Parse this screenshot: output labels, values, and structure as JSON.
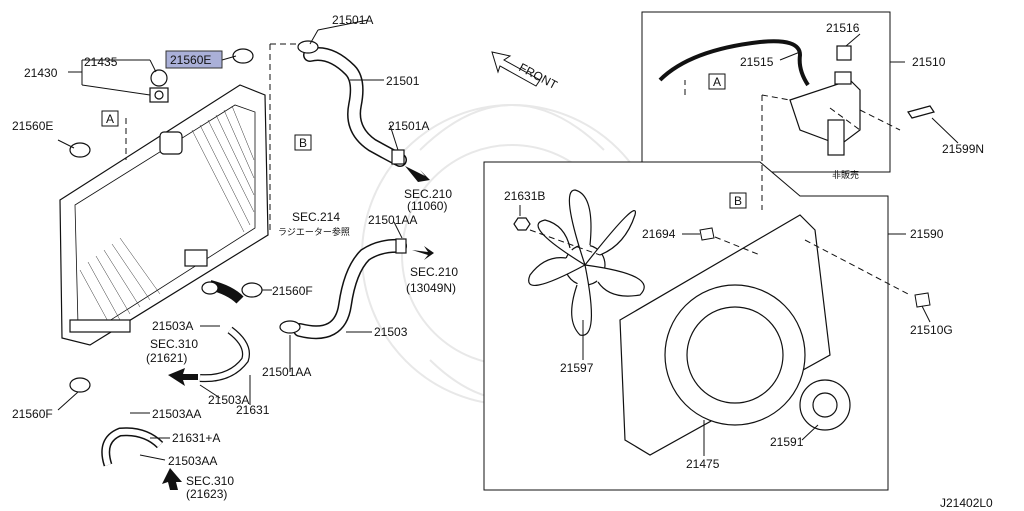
{
  "diagram": {
    "drawing_code": "J21402L0",
    "front_label": "FRONT",
    "callouts": {
      "c21430": "21430",
      "c21435": "21435",
      "c21560E_top": "21560E",
      "c21560E_left": "21560E",
      "c21501A_top": "21501A",
      "c21501": "21501",
      "c21501A_mid": "21501A",
      "c21501AA_top": "21501AA",
      "c21501AA_bot": "21501AA",
      "c21503": "21503",
      "c21503A_a": "21503A",
      "c21503A_b": "21503A",
      "c21503AA_a": "21503AA",
      "c21503AA_b": "21503AA",
      "c21560F_mid": "21560F",
      "c21560F_left": "21560F",
      "c21631": "21631",
      "c21631A": "21631+A",
      "c21515": "21515",
      "c21516": "21516",
      "c21510": "21510",
      "c21599N": "21599N",
      "c21631B": "21631B",
      "c21694": "21694",
      "c21590": "21590",
      "c21510G": "21510G",
      "c21597": "21597",
      "c21591": "21591",
      "c21475": "21475"
    },
    "sections": {
      "sec210a": "SEC.210",
      "sec210a_sub": "(11060)",
      "sec210b": "SEC.210",
      "sec210b_sub": "(13049N)",
      "sec214": "SEC.214",
      "sec214_sub": "ラジエーター参照",
      "sec310a": "SEC.310",
      "sec310a_sub": "(21621)",
      "sec310b": "SEC.310",
      "sec310b_sub": "(21623)"
    },
    "markers": {
      "a_left": "A",
      "a_right": "A",
      "b_left": "B",
      "b_right": "B"
    },
    "not_for_sale": "非販売"
  }
}
